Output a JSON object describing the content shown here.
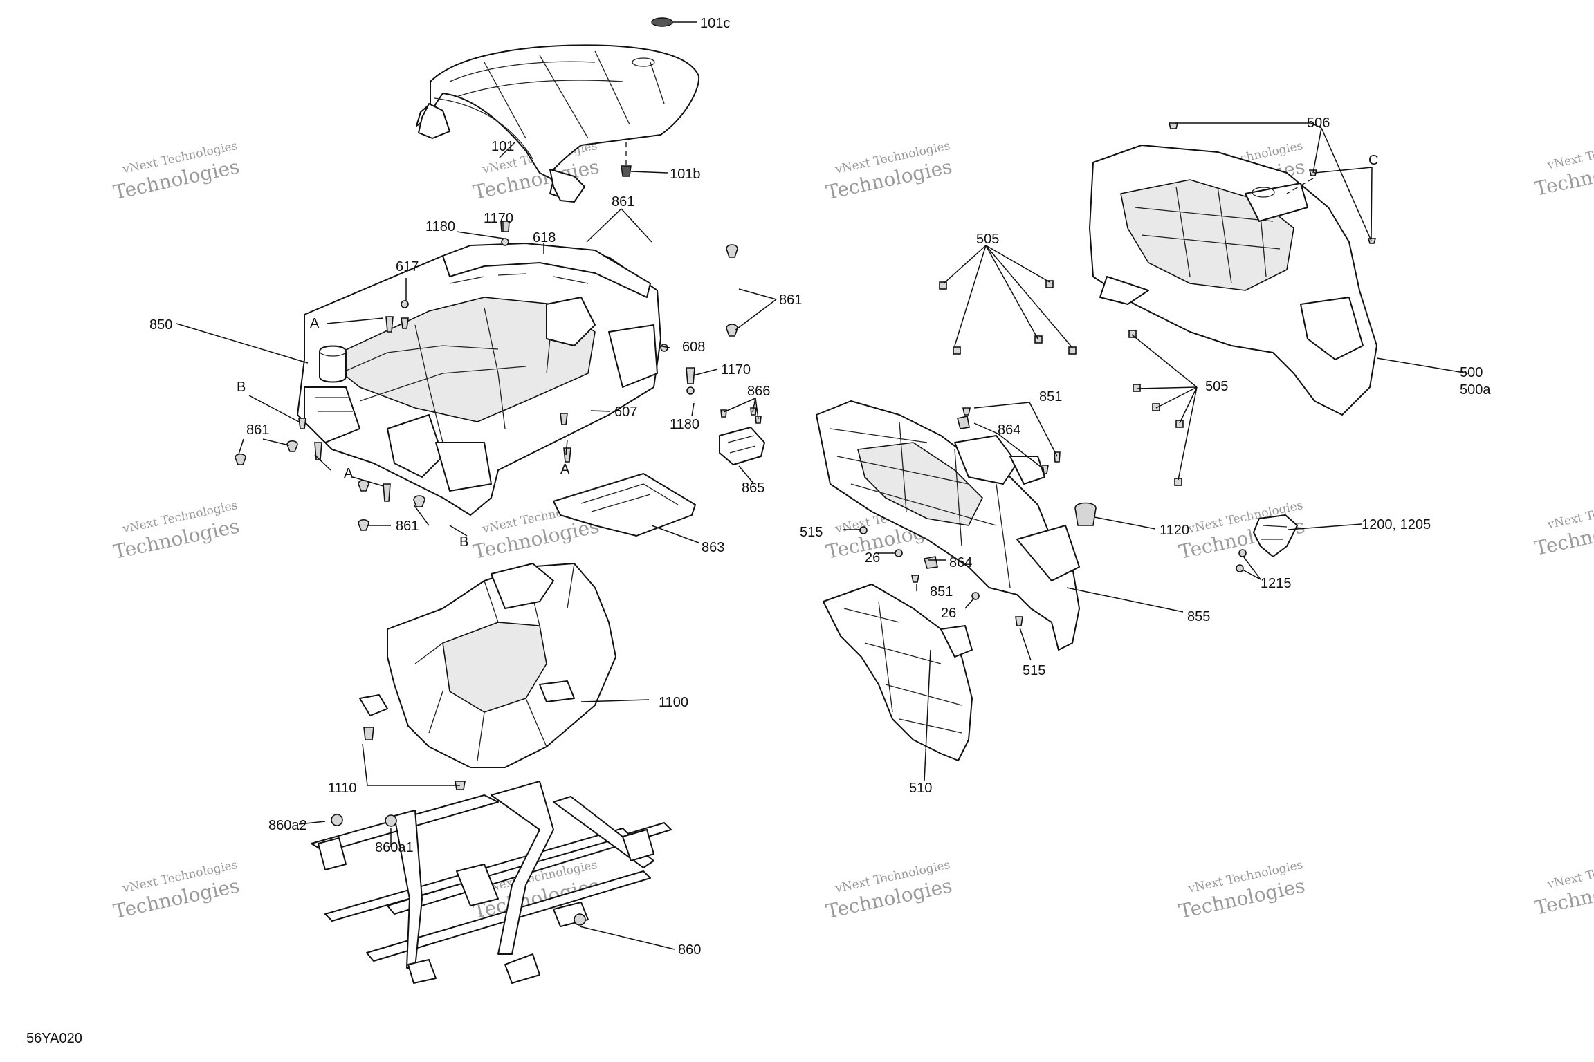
{
  "diagram_code": "56YA020",
  "watermark": {
    "line1": "vNext Technologies",
    "line2": "Technologies",
    "top_fragment": "vNext"
  },
  "callouts": {
    "c101c": "101c",
    "c101": "101",
    "c101b": "101b",
    "c861_top": "861",
    "c1180_top": "1180",
    "c1170_top": "1170",
    "c618": "618",
    "c617": "617",
    "cA_top": "A",
    "c861_right": "861",
    "c850": "850",
    "c608": "608",
    "c1170_mid": "1170",
    "cB_left": "B",
    "c866": "866",
    "c607": "607",
    "c1180_mid": "1180",
    "c861_left": "861",
    "cA_mid": "A",
    "cA_low": "A",
    "c865": "865",
    "c861_bottom": "861",
    "cB_low": "B",
    "c863": "863",
    "c1100": "1100",
    "c1110": "1110",
    "c860a2": "860a2",
    "c860a1": "860a1",
    "c860": "860",
    "c506": "506",
    "cC": "C",
    "c505_top": "505",
    "c500": "500",
    "c500a": "500a",
    "c505_right": "505",
    "c851_top": "851",
    "c864_top": "864",
    "c515_left": "515",
    "c1120": "1120",
    "c1200_1205": "1200, 1205",
    "c26_top": "26",
    "c864_low": "864",
    "c1215": "1215",
    "c851_low": "851",
    "c26_low": "26",
    "c855": "855",
    "c515_low": "515",
    "c510": "510"
  }
}
